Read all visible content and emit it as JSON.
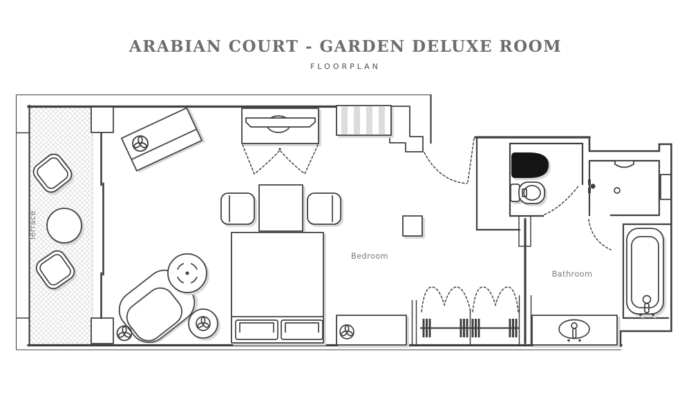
{
  "header": {
    "title": "ARABIAN COURT - GARDEN DELUXE ROOM",
    "subtitle": "FLOORPLAN"
  },
  "rooms": {
    "terrace": "Terrace",
    "bedroom": "Bedroom",
    "bathroom": "Bathroom"
  },
  "colors": {
    "bg": "#ffffff",
    "line": "#3f3f3f",
    "ink": "#151515",
    "shadow": "#d9d9d9",
    "hatch": "#d9d9d9",
    "stripe": "#dcdcdc",
    "label": "#787878",
    "title": "#6d6d6d",
    "subtitle": "#4e4e4e"
  }
}
